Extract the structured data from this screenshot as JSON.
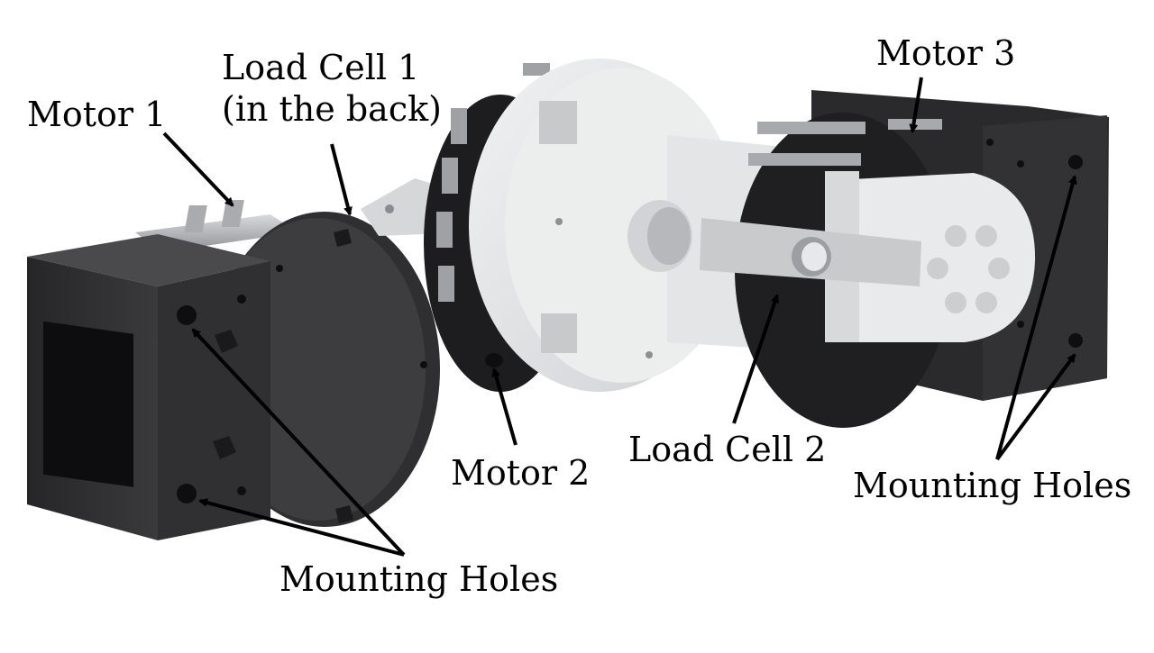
{
  "labels": {
    "motor_1": "Motor 1",
    "load_cell_1_line1": "Load Cell 1",
    "load_cell_1_line2": "(in the back)",
    "motor_2": "Motor 2",
    "motor_3": "Motor 3",
    "load_cell_2": "Load Cell 2",
    "mounting_holes_left": "Mounting Holes",
    "mounting_holes_right": "Mounting Holes"
  },
  "colors": {
    "motor_body": "#2b2b2d",
    "motor_face": "#3a3a3c",
    "aluminum": "#b8babd",
    "printed_part": "#e6e7e9",
    "load_cell": "#c9cacc",
    "hole": "#0e0e10",
    "arrow": "#000000"
  }
}
